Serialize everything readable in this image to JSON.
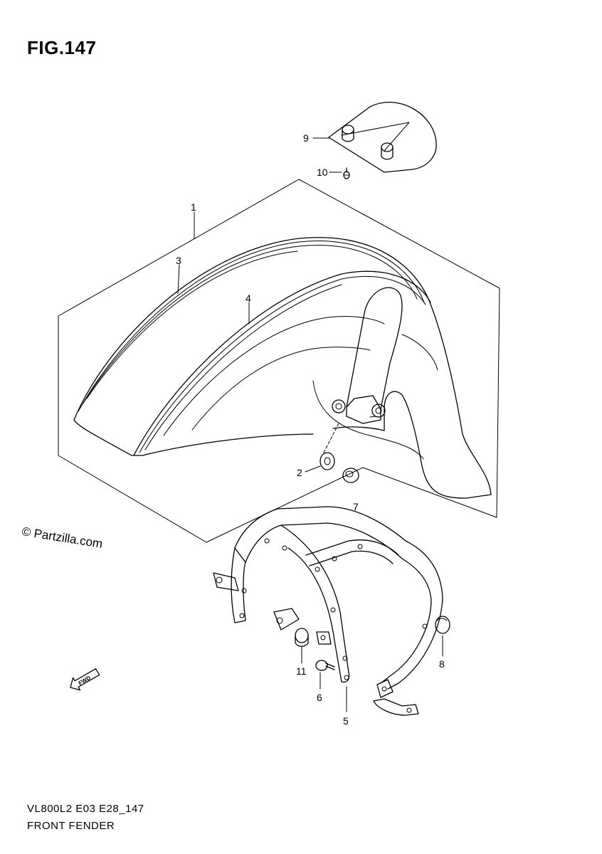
{
  "figure": {
    "title": "FIG.147",
    "footer_code": "VL800L2 E03 E28_147",
    "footer_name": "FRONT FENDER"
  },
  "watermark": "© Partzilla.com",
  "fwd_label": "FWD",
  "callouts": [
    {
      "id": "c1",
      "label": "1"
    },
    {
      "id": "c2",
      "label": "2"
    },
    {
      "id": "c3",
      "label": "3"
    },
    {
      "id": "c4",
      "label": "4"
    },
    {
      "id": "c5",
      "label": "5"
    },
    {
      "id": "c6",
      "label": "6"
    },
    {
      "id": "c7",
      "label": "7"
    },
    {
      "id": "c8",
      "label": "8"
    },
    {
      "id": "c9",
      "label": "9"
    },
    {
      "id": "c10",
      "label": "10"
    },
    {
      "id": "c11",
      "label": "11"
    }
  ]
}
